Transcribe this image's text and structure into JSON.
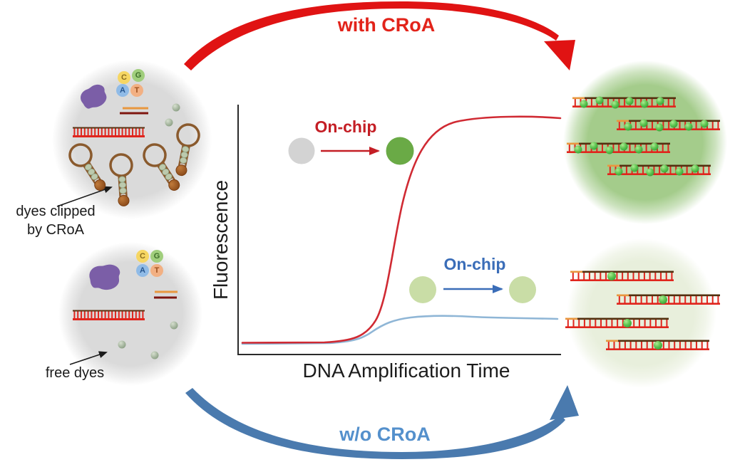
{
  "labels": {
    "with_croa": "with CRoA",
    "wo_croa": "w/o CRoA",
    "fluorescence": "Fluorescence",
    "dna_time": "DNA Amplification Time",
    "on_chip_red": "On-chip",
    "on_chip_blue": "On-chip",
    "dyes_clipped_1": "dyes clipped",
    "dyes_clipped_2": "by CRoA",
    "free_dyes": "free dyes"
  },
  "nucleotides": [
    "C",
    "G",
    "A",
    "T"
  ],
  "colors": {
    "with_arrow_red": "#e01313",
    "without_arrow_blue": "#4a7aae",
    "with_text_red": "#e2231a",
    "without_text_blue": "#5490cc",
    "curve_red": "#d02a33",
    "curve_blue": "#8fb6d6",
    "droplet_gray": "#dadada",
    "droplet_green_bright": "#a4cc8b",
    "droplet_green_dim": "#e8efdc",
    "chip_gray": "#d3d3d3",
    "chip_green": "#6aaa46",
    "chip_light_green": "#c9dda6",
    "dye_green": "#5ec551",
    "enzyme_purple": "#7b5ea7",
    "dna_red": "#e0251d",
    "dna_brown": "#53300f",
    "primer_orange": "#e8973f"
  },
  "chart_data": {
    "type": "line",
    "title": "",
    "xlabel": "DNA Amplification Time",
    "ylabel": "Fluorescence",
    "x_axis": {
      "ticks": [],
      "normalized_range": [
        0,
        1
      ]
    },
    "y_axis": {
      "ticks": [],
      "normalized_range": [
        0,
        1
      ]
    },
    "grid": false,
    "legend_position": "none",
    "series": [
      {
        "name": "with CRoA",
        "color": "#d02a33",
        "x": [
          0,
          0.1,
          0.2,
          0.3,
          0.35,
          0.4,
          0.43,
          0.46,
          0.49,
          0.52,
          0.55,
          0.6,
          0.65,
          0.7,
          0.8,
          0.9,
          1.0
        ],
        "values": [
          0.02,
          0.02,
          0.02,
          0.025,
          0.03,
          0.05,
          0.09,
          0.18,
          0.35,
          0.55,
          0.72,
          0.88,
          0.95,
          0.97,
          0.98,
          0.98,
          0.97
        ]
      },
      {
        "name": "w/o CRoA",
        "color": "#8fb6d6",
        "x": [
          0,
          0.1,
          0.2,
          0.3,
          0.35,
          0.4,
          0.43,
          0.46,
          0.49,
          0.52,
          0.55,
          0.6,
          0.65,
          0.7,
          0.8,
          0.9,
          1.0
        ],
        "values": [
          0.015,
          0.015,
          0.015,
          0.02,
          0.025,
          0.04,
          0.06,
          0.09,
          0.115,
          0.13,
          0.14,
          0.15,
          0.155,
          0.155,
          0.15,
          0.145,
          0.14
        ]
      }
    ],
    "annotations": [
      {
        "text": "On-chip",
        "color": "#c41e25",
        "position": "upper-left-of-red-curve"
      },
      {
        "text": "On-chip",
        "color": "#3a6db8",
        "position": "above-blue-plateau"
      }
    ]
  }
}
